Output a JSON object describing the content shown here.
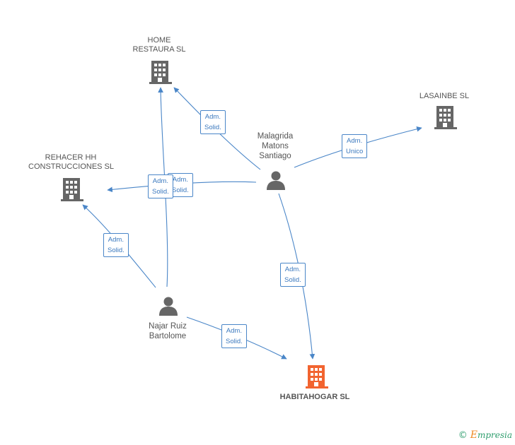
{
  "colors": {
    "edge": "#4a86c8",
    "node_icon": "#666666",
    "main_icon": "#f26430",
    "credit_green": "#2f9e6e",
    "credit_orange": "#f08a24"
  },
  "nodes": {
    "home_restaura": {
      "line1": "HOME",
      "line2": "RESTAURA  SL",
      "icon": "building-icon"
    },
    "lasainbe": {
      "line1": "LASAINBE SL",
      "icon": "building-icon"
    },
    "rehacer": {
      "line1": "REHACER HH",
      "line2": "CONSTRUCCIONES SL",
      "icon": "building-icon"
    },
    "malagrida": {
      "line1": "Malagrida",
      "line2": "Matons",
      "line3": "Santiago",
      "icon": "person-icon"
    },
    "najar": {
      "line1": "Najar Ruiz",
      "line2": "Bartolome",
      "icon": "person-icon"
    },
    "habitahogar": {
      "line1": "HABITAHOGAR SL",
      "icon": "building-icon"
    }
  },
  "edges": {
    "malagrida_home": {
      "line1": "Adm.",
      "line2": "Solid."
    },
    "malagrida_lasainbe": {
      "line1": "Adm.",
      "line2": "Unico"
    },
    "malagrida_rehacer": {
      "line1": "Adm.",
      "line2": "Solid."
    },
    "malagrida_habitahogar": {
      "line1": "Adm.",
      "line2": "Solid."
    },
    "najar_home": {
      "line1": "Adm.",
      "line2": "Solid."
    },
    "najar_rehacer": {
      "line1": "Adm.",
      "line2": "Solid."
    },
    "najar_habitahogar": {
      "line1": "Adm.",
      "line2": "Solid."
    }
  },
  "credit": {
    "copyright": "©",
    "brand_first": "E",
    "brand_rest": "mpresia"
  }
}
